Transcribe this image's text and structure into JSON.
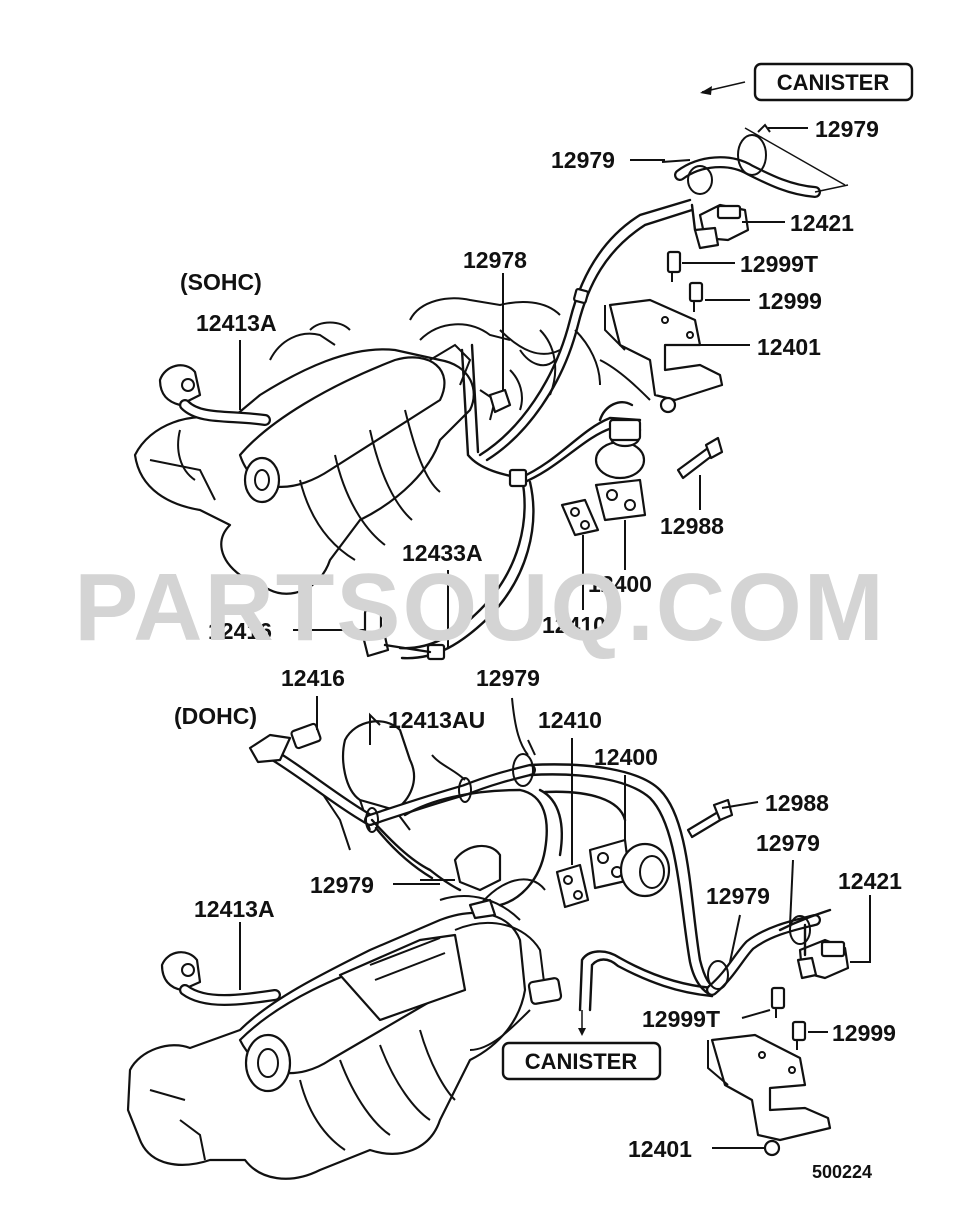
{
  "watermark": "PARTSOUQ.COM",
  "diagram_number": "500224",
  "sohc": {
    "variant": "(SOHC)",
    "canister": "CANISTER",
    "callouts": {
      "c12979a": "12979",
      "c12979b": "12979",
      "c12421": "12421",
      "c12999T": "12999T",
      "c12999": "12999",
      "c12401": "12401",
      "c12978": "12978",
      "c12413A": "12413A",
      "c12433A": "12433A",
      "c12988": "12988",
      "c12400": "12400",
      "c12410": "12410",
      "c12416": "12416"
    }
  },
  "dohc": {
    "variant": "(DOHC)",
    "canister": "CANISTER",
    "callouts": {
      "c12416": "12416",
      "c12979a": "12979",
      "c12413AU": "12413AU",
      "c12410": "12410",
      "c12400": "12400",
      "c12988": "12988",
      "c12979b": "12979",
      "c12421": "12421",
      "c12979c": "12979",
      "c12979d": "12979",
      "c12413A": "12413A",
      "c12999T": "12999T",
      "c12999": "12999",
      "c12401": "12401"
    }
  }
}
